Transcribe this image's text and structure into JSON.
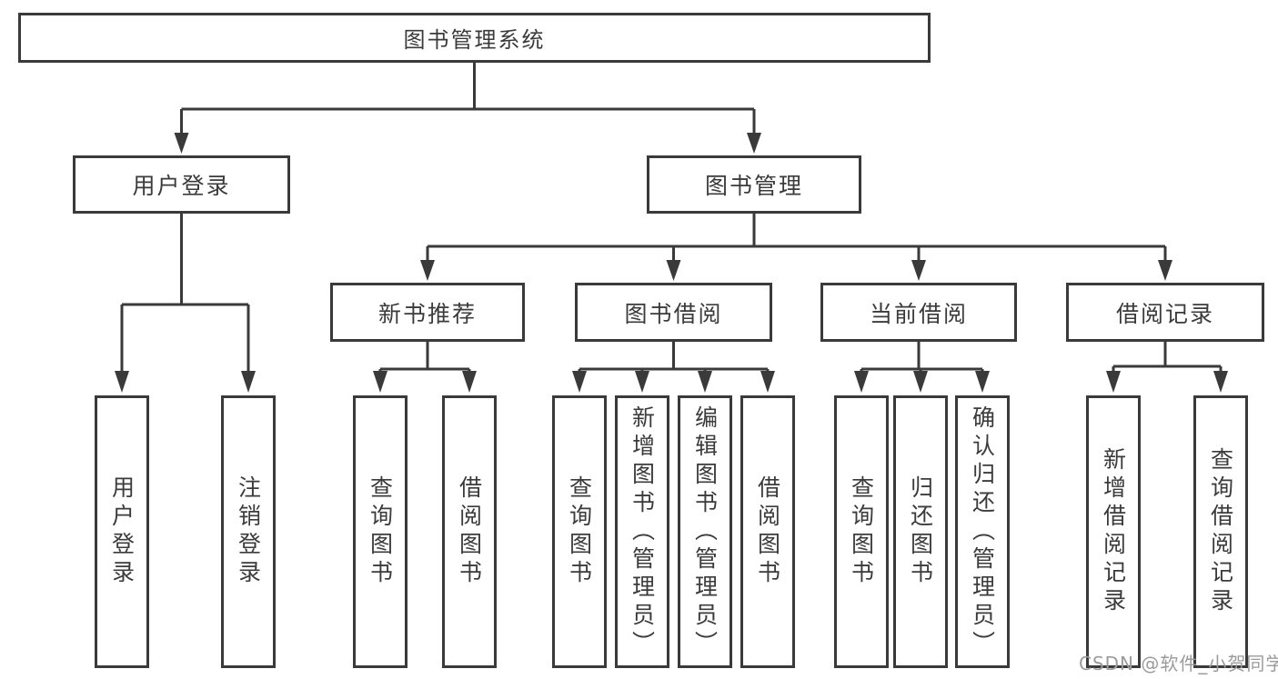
{
  "diagram": {
    "root": {
      "label": "图书管理系统"
    },
    "branches": [
      {
        "label": "用户登录",
        "children": [
          {
            "label": "用户登录"
          },
          {
            "label": "注销登录"
          }
        ]
      },
      {
        "label": "图书管理",
        "children": [
          {
            "label": "新书推荐",
            "children": [
              {
                "label": "查询图书"
              },
              {
                "label": "借阅图书"
              }
            ]
          },
          {
            "label": "图书借阅",
            "children": [
              {
                "label": "查询图书"
              },
              {
                "label": "新增图书（管理员）"
              },
              {
                "label": "编辑图书（管理员）"
              },
              {
                "label": "借阅图书"
              }
            ]
          },
          {
            "label": "当前借阅",
            "children": [
              {
                "label": "查询图书"
              },
              {
                "label": "归还图书"
              },
              {
                "label": "确认归还（管理员）"
              }
            ]
          },
          {
            "label": "借阅记录",
            "children": [
              {
                "label": "新增借阅记录"
              },
              {
                "label": "查询借阅记录"
              }
            ]
          }
        ]
      }
    ]
  },
  "watermark": {
    "text": "CSDN @软件_小贺同学"
  },
  "colors": {
    "line": "#3a3a3a",
    "box_border": "#3a3a3a",
    "text": "#3b3b3b",
    "watermark": "#9b9b9b",
    "background": "#ffffff"
  }
}
